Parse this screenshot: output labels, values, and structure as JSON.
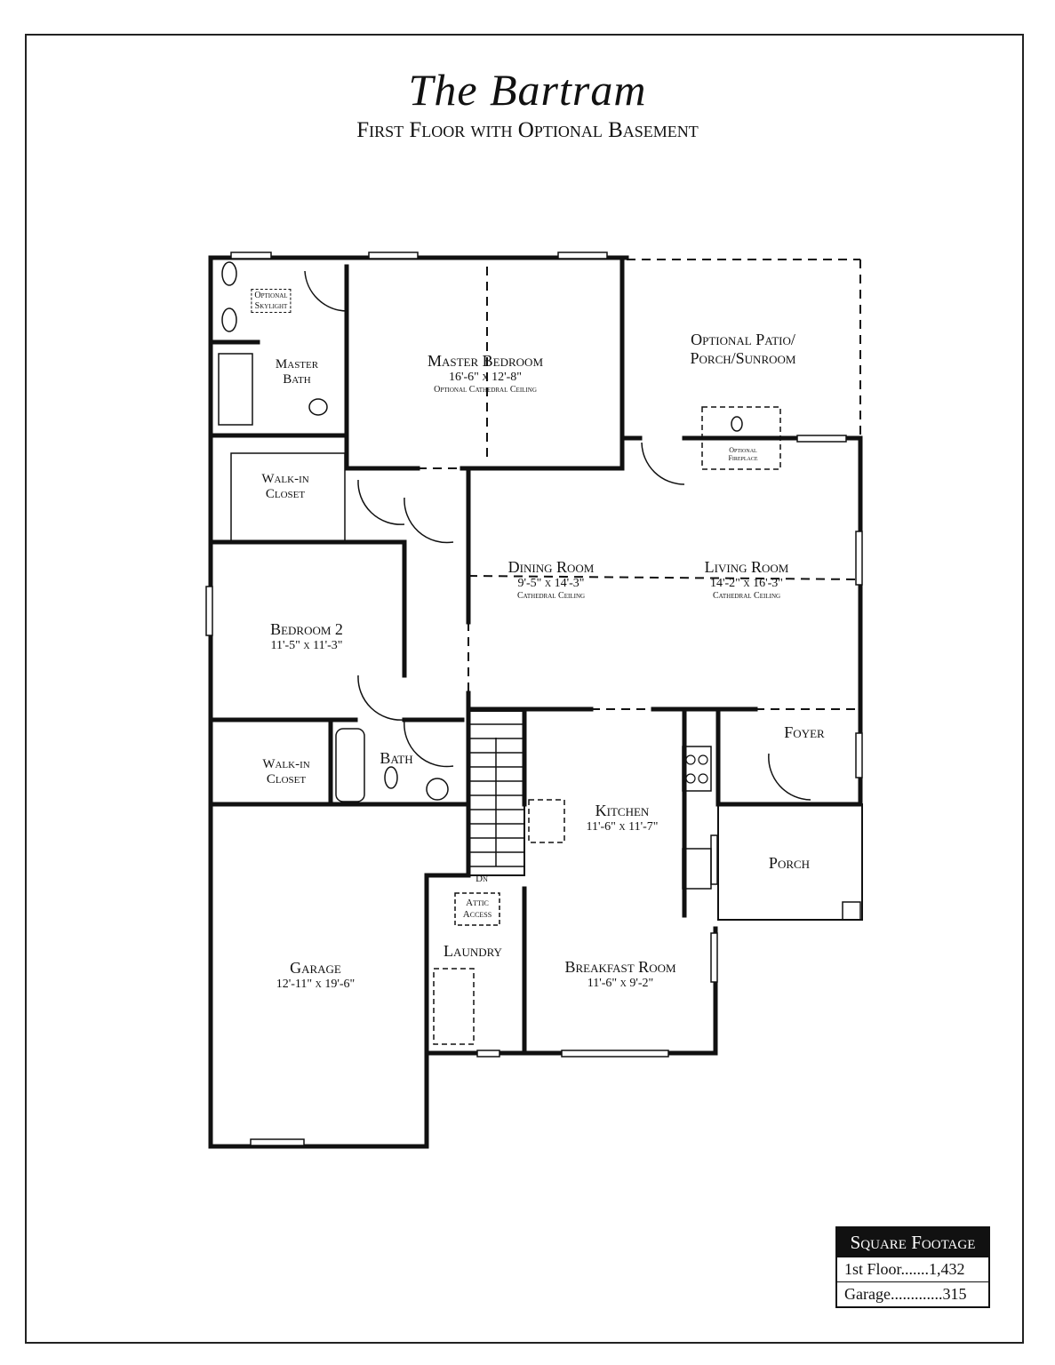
{
  "title": "The Bartram",
  "subtitle": "First Floor with Optional Basement",
  "rooms": {
    "master_bedroom": {
      "name": "Master Bedroom",
      "dims": "16'-6\" x 12'-8\"",
      "note": "Optional Cathedral Ceiling"
    },
    "optional_patio": {
      "name_line1": "Optional Patio/",
      "name_line2": "Porch/Sunroom"
    },
    "optional_skylight": {
      "line1": "Optional",
      "line2": "Skylight"
    },
    "master_bath": {
      "line1": "Master",
      "line2": "Bath"
    },
    "optional_fireplace": {
      "line1": "Optional",
      "line2": "Fireplace"
    },
    "walk_in_closet_1": {
      "line1": "Walk-in",
      "line2": "Closet"
    },
    "dining_room": {
      "name": "Dining Room",
      "dims": "9'-5\" x 14'-3\"",
      "note": "Cathedral Ceiling"
    },
    "living_room": {
      "name": "Living Room",
      "dims": "14'-2\" x 16'-3\"",
      "note": "Cathedral Ceiling"
    },
    "bedroom_2": {
      "name": "Bedroom 2",
      "dims": "11'-5\" x 11'-3\""
    },
    "walk_in_closet_2": {
      "line1": "Walk-in",
      "line2": "Closet"
    },
    "bath": {
      "name": "Bath"
    },
    "foyer": {
      "name": "Foyer"
    },
    "kitchen": {
      "name": "Kitchen",
      "dims": "11'-6\" x 11'-7\""
    },
    "porch": {
      "name": "Porch"
    },
    "stairs_down": "Dn",
    "attic_access": {
      "line1": "Attic",
      "line2": "Access"
    },
    "laundry": {
      "name": "Laundry"
    },
    "garage": {
      "name": "Garage",
      "dims": "12'-11\" x 19'-6\""
    },
    "breakfast_room": {
      "name": "Breakfast Room",
      "dims": "11'-6\" x 9'-2\""
    }
  },
  "square_footage": {
    "header": "Square Footage",
    "rows": [
      {
        "label": "1st Floor.......1,432"
      },
      {
        "label": "Garage.............315"
      }
    ]
  }
}
